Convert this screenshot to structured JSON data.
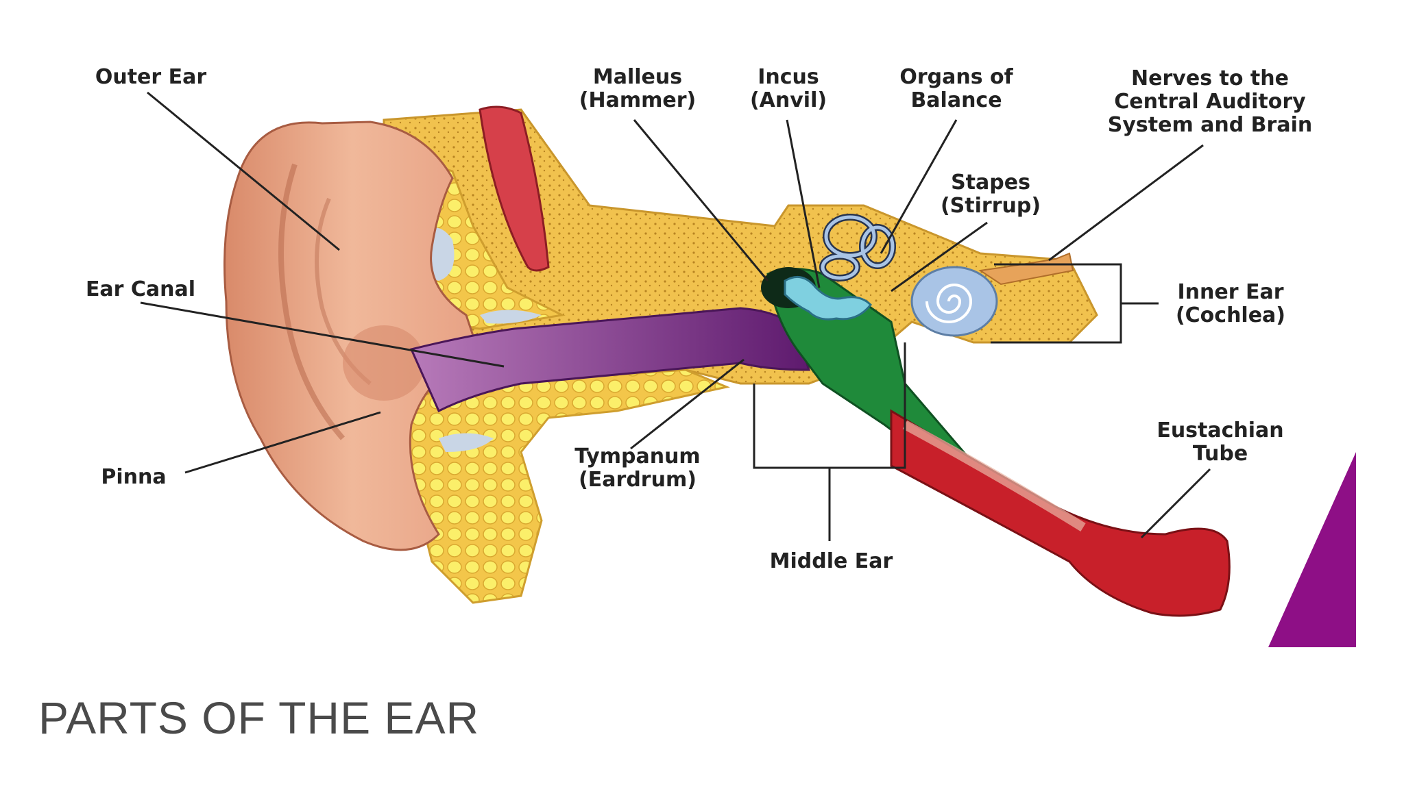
{
  "slide": {
    "title": "PARTS OF THE EAR"
  },
  "labels": {
    "outer_ear": "Outer Ear",
    "ear_canal": "Ear Canal",
    "pinna": "Pinna",
    "malleus": "Malleus\n(Hammer)",
    "incus": "Incus\n(Anvil)",
    "organs_of_balance": "Organs of\nBalance",
    "nerves": "Nerves to the\nCentral Auditory\nSystem and Brain",
    "stapes": "Stapes\n(Stirrup)",
    "inner_ear": "Inner Ear\n(Cochlea)",
    "tympanum": "Tympanum\n(Eardrum)",
    "middle_ear": "Middle Ear",
    "eustachian_tube": "Eustachian\nTube"
  },
  "colors": {
    "skin": "#e9a98c",
    "skin_dark": "#c9765a",
    "bone_tissue": "#f3c64a",
    "fat_cells": "#fbef6a",
    "ear_canal": "#7a2d86",
    "middle_ear_cavity": "#1f8a3a",
    "eustachian_tube": "#c8202a",
    "cochlea": "#a9c4e6",
    "muscle": "#d6404a",
    "accent_corner": "#8e0f86"
  }
}
